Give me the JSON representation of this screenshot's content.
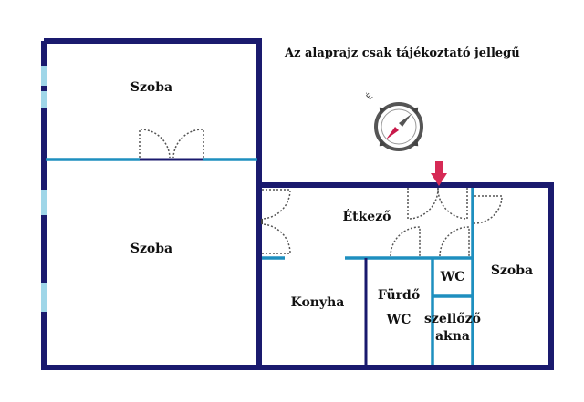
{
  "note": "Az alaprajz csak tájékoztató jellegű",
  "rooms": {
    "szoba_top": "Szoba",
    "szoba_left": "Szoba",
    "etkezo": "Étkező",
    "konyha": "Konyha",
    "furdo": "Fürdő",
    "wc_furdo": "WC",
    "wc_small": "WC",
    "szellozo_1": "szellőző",
    "szellozo_2": "akna",
    "szoba_right": "Szoba"
  },
  "compass": {
    "north_letter": "É",
    "needle_color": "#c8194a"
  },
  "colors": {
    "outer_wall": "#1a1a6e",
    "inner_wall": "#1e8fbf",
    "window": "#9fd6e8",
    "entrance_arrow": "#d62a55"
  }
}
